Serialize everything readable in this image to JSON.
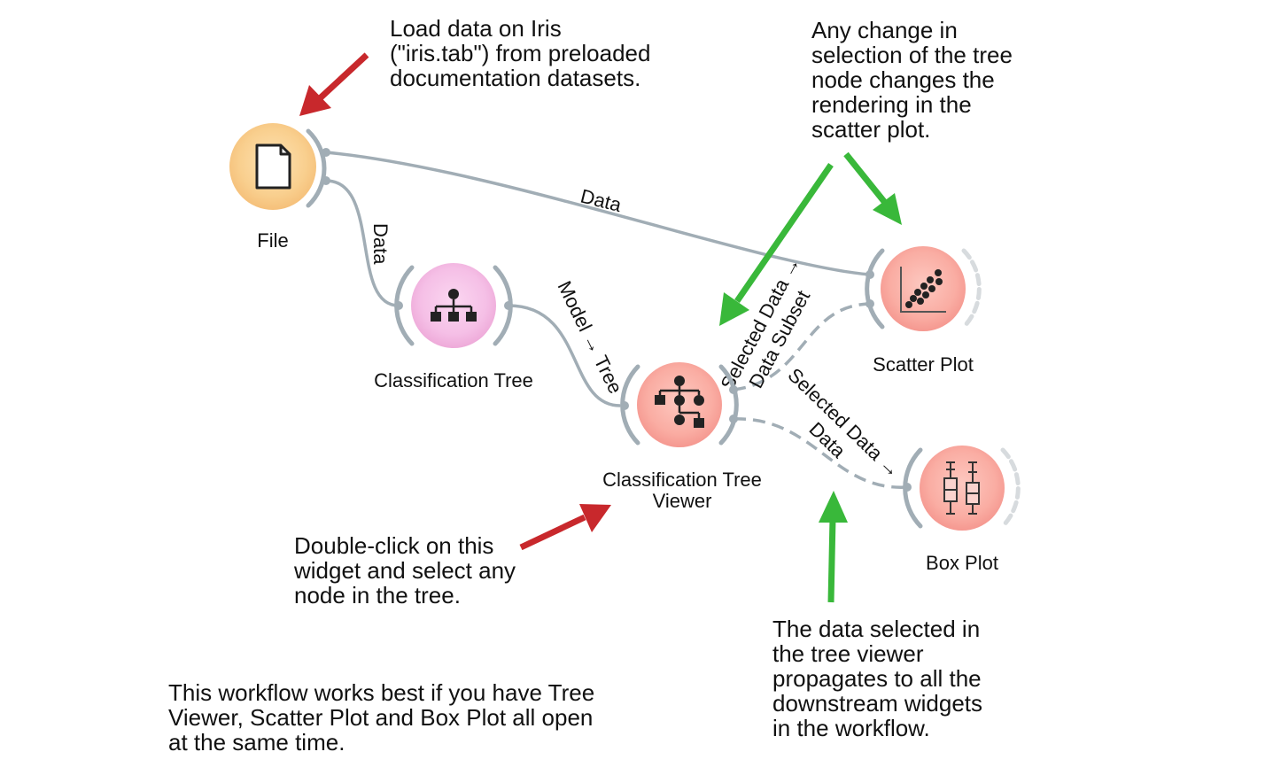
{
  "widgets": {
    "file": {
      "label": "File"
    },
    "classification_tree": {
      "label": "Classification Tree"
    },
    "tree_viewer": {
      "label_line1": "Classification Tree",
      "label_line2": "Viewer"
    },
    "scatter_plot": {
      "label": "Scatter Plot"
    },
    "box_plot": {
      "label": "Box Plot"
    }
  },
  "links": {
    "file_to_scatter": "Data",
    "file_to_tree": "Data",
    "tree_to_viewer": "Model → Tree",
    "viewer_to_scatter_a": "Selected Data →",
    "viewer_to_scatter_b": "Data Subset",
    "viewer_to_box_a": "Selected Data →",
    "viewer_to_box_b": "Data"
  },
  "notes": {
    "load_data": "Load data on Iris\n(\"iris.tab\") from preloaded\ndocumentation datasets.",
    "selection_change": "Any change in\nselection of the tree\nnode changes the\nrendering in the\nscatter plot.",
    "double_click": "Double-click on this\nwidget and select any\nnode in the tree.",
    "propagates": "The data selected in\nthe tree viewer\npropagates to all the\ndownstream widgets\nin the workflow.",
    "workflow_tip": "This workflow works best if you have Tree\nViewer, Scatter Plot and Box Plot all open\nat the same time."
  },
  "colors": {
    "link": "#a1adb5",
    "data_widget": "#f7cc8a",
    "model_widget": "#f2b4e2",
    "visualize_widget": "#f9a39a",
    "red_arrow": "#c8282c",
    "green_arrow": "#39b83a"
  }
}
